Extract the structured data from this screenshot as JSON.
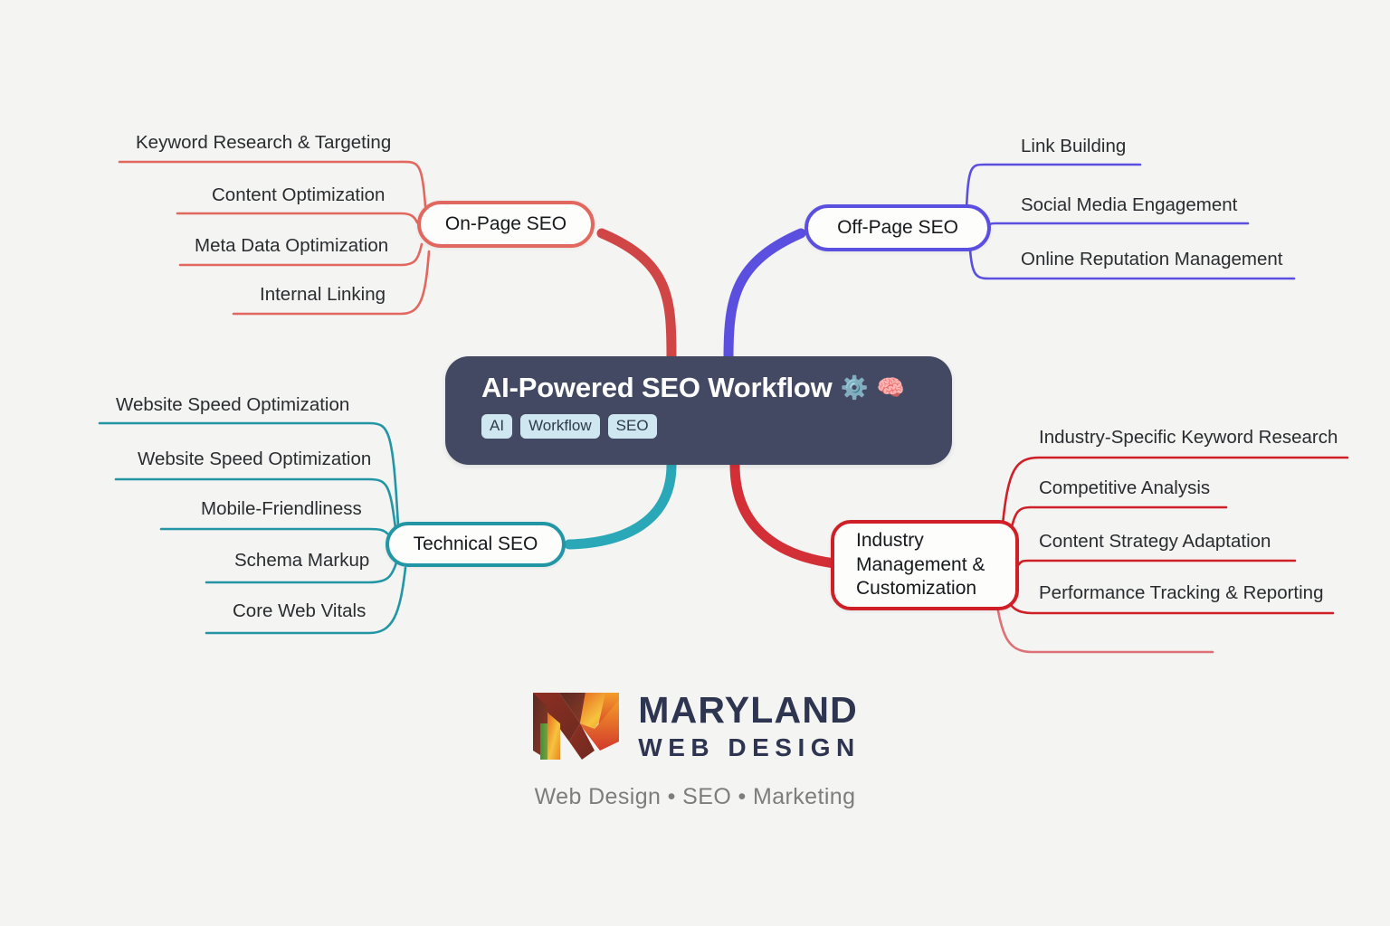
{
  "background_color": "#f4f4f3",
  "central": {
    "title": "AI-Powered SEO Workflow",
    "gear_icon": "⚙️",
    "brain_icon": "🧠",
    "bg_color": "#434962",
    "tags": [
      {
        "label": "AI"
      },
      {
        "label": "Workflow"
      },
      {
        "label": "SEO"
      }
    ]
  },
  "branches": [
    {
      "id": "onpage",
      "label": "On-Page SEO",
      "color": "#e2675f",
      "side": "left",
      "leaves": [
        {
          "label": "Keyword Research & Targeting"
        },
        {
          "label": "Content Optimization"
        },
        {
          "label": "Meta Data Optimization"
        },
        {
          "label": "Internal Linking"
        }
      ]
    },
    {
      "id": "offpage",
      "label": "Off-Page SEO",
      "color": "#5b4fe0",
      "side": "right",
      "leaves": [
        {
          "label": "Link Building"
        },
        {
          "label": "Social Media Engagement"
        },
        {
          "label": "Online Reputation Management"
        }
      ]
    },
    {
      "id": "technical",
      "label": "Technical SEO",
      "color": "#2396a5",
      "side": "left",
      "leaves": [
        {
          "label": "Website Speed Optimization"
        },
        {
          "label": "Website Speed Optimization"
        },
        {
          "label": "Mobile-Friendliness"
        },
        {
          "label": "Schema Markup"
        },
        {
          "label": "Core Web Vitals"
        }
      ]
    },
    {
      "id": "industry",
      "label": "Industry Management & Customization",
      "color": "#cf2027",
      "side": "right",
      "leaves": [
        {
          "label": "Industry-Specific Keyword Research"
        },
        {
          "label": "Competitive Analysis"
        },
        {
          "label": "Content Strategy Adaptation"
        },
        {
          "label": "Performance Tracking & Reporting"
        },
        {
          "label": ""
        }
      ]
    }
  ],
  "footer": {
    "brand_line1": "MARYLAND",
    "brand_line2": "WEB DESIGN",
    "tagline": "Web Design • SEO • Marketing",
    "brand_color": "#2e3550"
  }
}
